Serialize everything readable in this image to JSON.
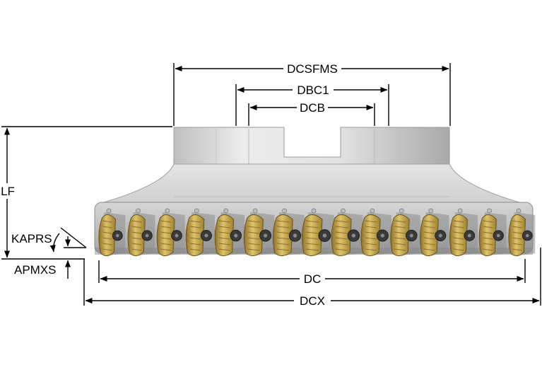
{
  "labels": {
    "dcsfms": "DCSFMS",
    "dbc1": "DBC1",
    "dcb": "DCB",
    "lf": "LF",
    "kaprs": "KAPRS",
    "apmxs": "APMXS",
    "dc": "DC",
    "dcx": "DCX"
  },
  "colors": {
    "body_light": "#e6e6e6",
    "body_mid": "#c9c9c9",
    "body_dark": "#9a9a9a",
    "insert_gold": "#c9a64a",
    "insert_dark": "#6b5620",
    "screw": "#3a3a3a",
    "dimension_line": "#000000"
  },
  "insert_count": 15
}
